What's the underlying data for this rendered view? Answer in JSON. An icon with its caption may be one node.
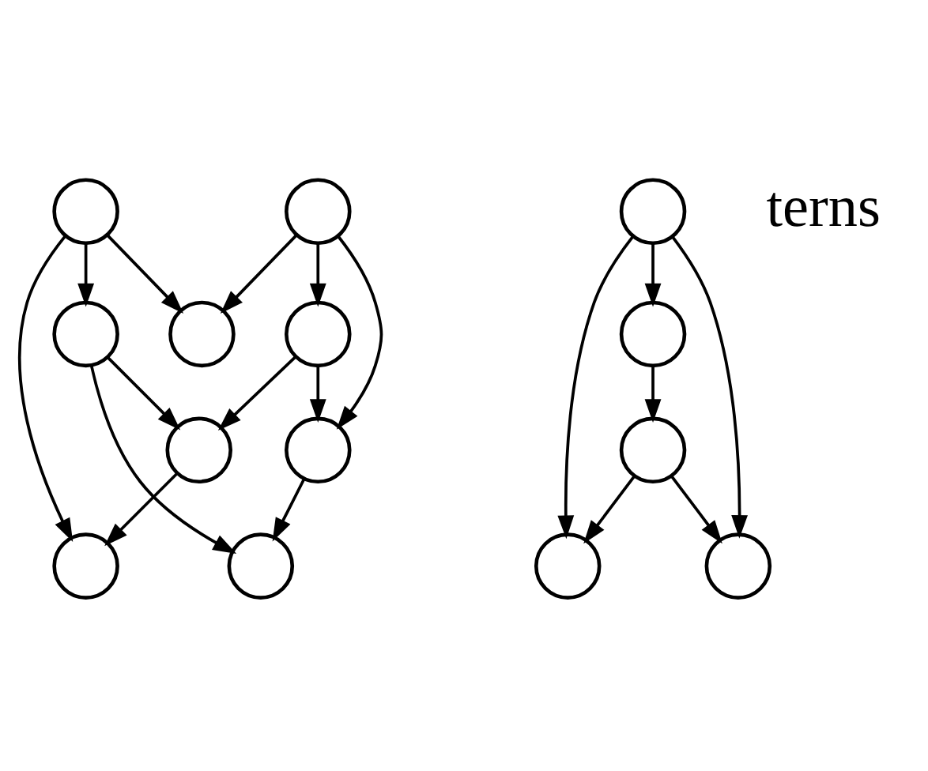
{
  "diagram": {
    "nodes": [
      {
        "text": [],
        "shape": "circle"
      },
      {
        "text": [],
        "shape": "circle"
      },
      {
        "text": [],
        "shape": "circle"
      },
      {
        "text": [],
        "shape": "circle"
      },
      {
        "text": [],
        "shape": "circle"
      },
      {
        "text": [],
        "shape": "circle"
      },
      {
        "text": [],
        "shape": "circle"
      },
      {
        "text": [],
        "shape": "circle"
      },
      {
        "text": [],
        "shape": "circle"
      },
      {
        "text": [],
        "shape": "circle"
      },
      {
        "text": [],
        "shape": "circle"
      },
      {
        "text": [],
        "shape": "circle"
      },
      {
        "text": [],
        "shape": "circle"
      },
      {
        "text": [],
        "shape": "circle"
      }
    ],
    "edges": [
      {
        "from": 1,
        "to": 0,
        "arrow": "to"
      },
      {
        "from": 1,
        "to": 3,
        "arrow": "to"
      },
      {
        "from": 1,
        "to": 6,
        "arrow": "to"
      },
      {
        "from": 2,
        "to": 0,
        "arrow": "to"
      },
      {
        "from": 2,
        "to": 5,
        "arrow": "to"
      },
      {
        "from": 2,
        "to": 4,
        "arrow": "to"
      },
      {
        "from": 5,
        "to": 4,
        "arrow": "to"
      },
      {
        "from": 5,
        "to": 7,
        "arrow": "to"
      },
      {
        "from": 7,
        "to": 3,
        "arrow": "to"
      },
      {
        "from": 6,
        "to": 7,
        "arrow": "to"
      },
      {
        "from": 6,
        "to": 9,
        "arrow": "to"
      },
      {
        "from": 4,
        "to": 9,
        "arrow": "to"
      },
      {
        "from": 8,
        "to": 10,
        "arrow": "to"
      },
      {
        "from": 8,
        "to": 11,
        "arrow": "to"
      },
      {
        "from": 8,
        "to": 12,
        "arrow": "to"
      },
      {
        "from": 12,
        "to": 13,
        "arrow": "to"
      },
      {
        "from": 13,
        "to": 11,
        "arrow": "to"
      },
      {
        "from": 13,
        "to": 10,
        "arrow": "to"
      }
    ],
    "labels": [
      "terns"
    ]
  }
}
